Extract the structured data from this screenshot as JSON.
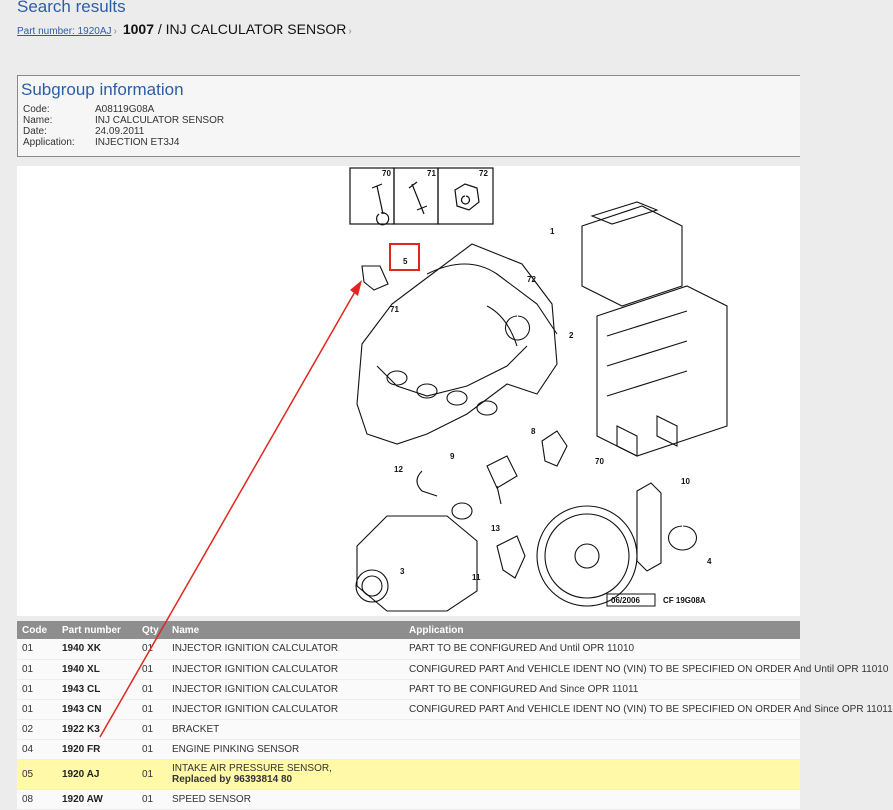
{
  "header": {
    "title": "Search results",
    "breadcrumb_link": "Part number: 1920AJ",
    "breadcrumb_code": "1007",
    "breadcrumb_sep": "/",
    "breadcrumb_name": "INJ CALCULATOR SENSOR"
  },
  "subgroup": {
    "title": "Subgroup information",
    "fields": [
      {
        "label": "Code:",
        "value": "A08119G08A"
      },
      {
        "label": "Name:",
        "value": "INJ CALCULATOR SENSOR"
      },
      {
        "label": "Date:",
        "value": "24.09.2011"
      },
      {
        "label": "Application:",
        "value": "INJECTION ET3J4"
      }
    ]
  },
  "diagram": {
    "stamp_date": "06/2006",
    "stamp_ref": "CF 19G08A",
    "callouts": [
      "70",
      "71",
      "72",
      "5",
      "1",
      "2",
      "72",
      "71",
      "8",
      "70",
      "9",
      "12",
      "10",
      "13",
      "4",
      "11",
      "3"
    ],
    "highlight_color": "#e0271f"
  },
  "table": {
    "headers": [
      "Code",
      "Part number",
      "Qty",
      "Name",
      "Application"
    ],
    "rows": [
      {
        "code": "01",
        "part": "1940 XK",
        "qty": "01",
        "name": "INJECTOR IGNITION CALCULATOR",
        "app": "PART TO BE CONFIGURED And Until OPR 11010"
      },
      {
        "code": "01",
        "part": "1940 XL",
        "qty": "01",
        "name": "INJECTOR IGNITION CALCULATOR",
        "app": "CONFIGURED PART And VEHICLE IDENT NO (VIN) TO BE SPECIFIED ON ORDER And Until OPR 11010"
      },
      {
        "code": "01",
        "part": "1943 CL",
        "qty": "01",
        "name": "INJECTOR IGNITION CALCULATOR",
        "app": "PART TO BE CONFIGURED And Since OPR 11011"
      },
      {
        "code": "01",
        "part": "1943 CN",
        "qty": "01",
        "name": "INJECTOR IGNITION CALCULATOR",
        "app": "CONFIGURED PART And VEHICLE IDENT NO (VIN) TO BE SPECIFIED ON ORDER And Since OPR 11011"
      },
      {
        "code": "02",
        "part": "1922 K3",
        "qty": "01",
        "name": "BRACKET",
        "app": ""
      },
      {
        "code": "04",
        "part": "1920 FR",
        "qty": "01",
        "name": "ENGINE PINKING SENSOR",
        "app": ""
      },
      {
        "code": "05",
        "part": "1920 AJ",
        "qty": "01",
        "name": "INTAKE AIR PRESSURE SENSOR,",
        "name2": "Replaced by 96393814 80",
        "app": "",
        "highlight": true
      },
      {
        "code": "08",
        "part": "1920 AW",
        "qty": "01",
        "name": "SPEED SENSOR",
        "app": ""
      }
    ]
  }
}
